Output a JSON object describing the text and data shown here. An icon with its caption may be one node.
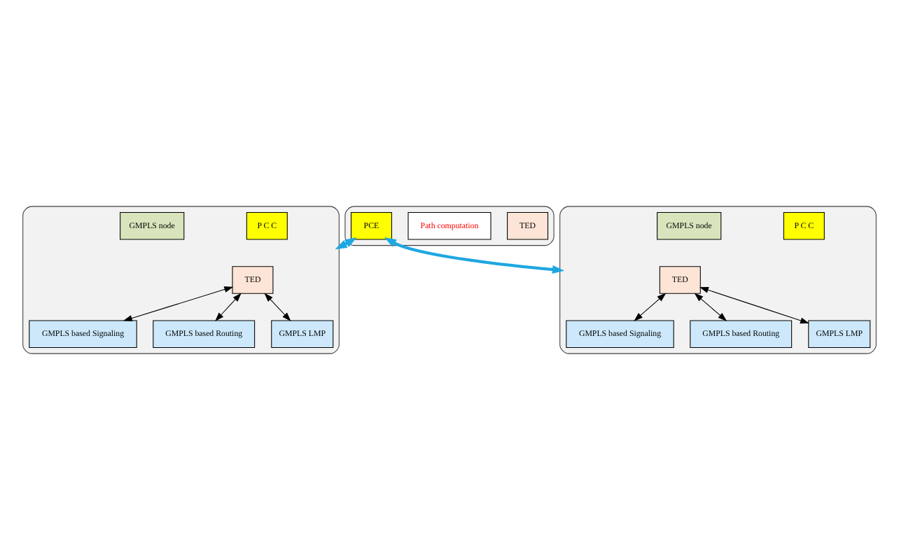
{
  "diagram": {
    "nodes": [
      {
        "text": [],
        "shape": "ellipse"
      },
      {
        "text": [
          "TED"
        ],
        "in": 0
      },
      {
        "text": [
          "Path computation"
        ],
        "in": 0
      },
      {
        "text": [
          "PCE"
        ],
        "in": 0
      },
      {
        "text": [],
        "shape": "ellipse"
      },
      {
        "text": [
          "GMPLS based Signaling"
        ],
        "in": 4
      },
      {
        "text": [
          "GMPLS based Routing"
        ],
        "in": 4
      },
      {
        "text": [
          "GMPLS LMP"
        ],
        "in": 4
      },
      {
        "text": [
          "TED"
        ],
        "in": 4
      },
      {
        "text": [
          "P C C"
        ],
        "in": 4
      },
      {
        "text": [
          "GMPLS node"
        ],
        "in": 4
      },
      {
        "text": [],
        "shape": "ellipse"
      },
      {
        "text": [
          "GMPLS based Signaling"
        ],
        "in": 11
      },
      {
        "text": [
          "GMPLS based Routing"
        ],
        "in": 11
      },
      {
        "text": [
          "GMPLS LMP"
        ],
        "in": 11
      },
      {
        "text": [
          "TED"
        ],
        "in": 11
      },
      {
        "text": [
          "P C C"
        ],
        "in": 11
      },
      {
        "text": [
          "GMPLS node"
        ],
        "in": 11
      }
    ],
    "edges": [
      {
        "from": 3,
        "to": 4,
        "arrow": "both",
        "color": "#1ea7e1",
        "style": "thick"
      },
      {
        "from": 3,
        "to": 11,
        "arrow": "both",
        "color": "#1ea7e1",
        "style": "thick"
      },
      {
        "from": 8,
        "to": 5,
        "arrow": "both"
      },
      {
        "from": 8,
        "to": 6,
        "arrow": "both"
      },
      {
        "from": 8,
        "to": 7,
        "arrow": "both"
      },
      {
        "from": 15,
        "to": 12,
        "arrow": "both"
      },
      {
        "from": 15,
        "to": 13,
        "arrow": "both"
      },
      {
        "from": 15,
        "to": 14,
        "arrow": "both"
      }
    ]
  }
}
